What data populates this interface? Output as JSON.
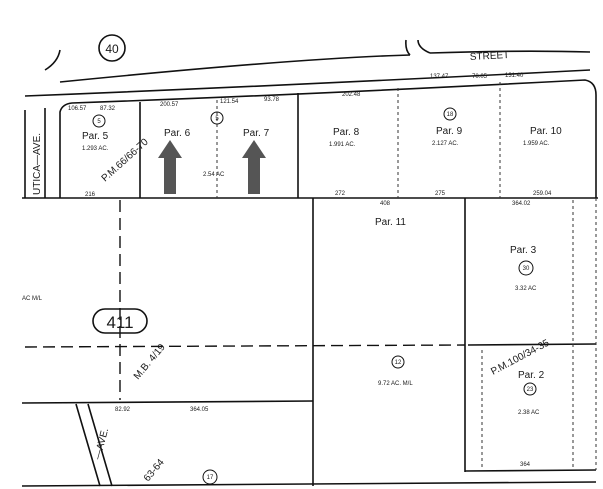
{
  "map": {
    "book_number": "40",
    "page_number": "411",
    "street": "STREET",
    "avenue_top": "UTICA—AVE.",
    "avenue_bottom": "—AVE.",
    "parcel_map_top": "P.M.66/66-70",
    "parcel_map_right": "P.M.100/34-35",
    "map_book": "M.B. 4/19",
    "map_book_bottom": "63-64",
    "lot_numbers": [
      "5",
      "5",
      "18",
      "30",
      "12",
      "23",
      "17"
    ],
    "parcels": [
      {
        "label": "Par. 5",
        "area": "1.293 AC."
      },
      {
        "label": "Par. 6",
        "area": "2.54 AC"
      },
      {
        "label": "Par. 7",
        "area": ""
      },
      {
        "label": "Par. 8",
        "area": "1.991 AC."
      },
      {
        "label": "Par. 9",
        "area": "2.127 AC."
      },
      {
        "label": "Par. 10",
        "area": "1.959 AC."
      },
      {
        "label": "Par. 11",
        "area": ""
      },
      {
        "label": "Par. 3",
        "area": "3.32 AC"
      },
      {
        "label": "Par. 2",
        "area": "2.38 AC"
      }
    ],
    "other_areas": [
      "AC M/L",
      "9.72 AC. M/L"
    ],
    "dimensions": [
      "106.57",
      "87.32",
      "200.57",
      "121.54",
      "93.78",
      "202.48",
      "137.47",
      "70.05",
      "131.40",
      "216",
      "272",
      "275",
      "259.04",
      "408",
      "364.02",
      "82.92",
      "364.05",
      "364"
    ],
    "colors": {
      "ink": "#111111",
      "arrow": "#555555",
      "paper": "#ffffff"
    }
  }
}
